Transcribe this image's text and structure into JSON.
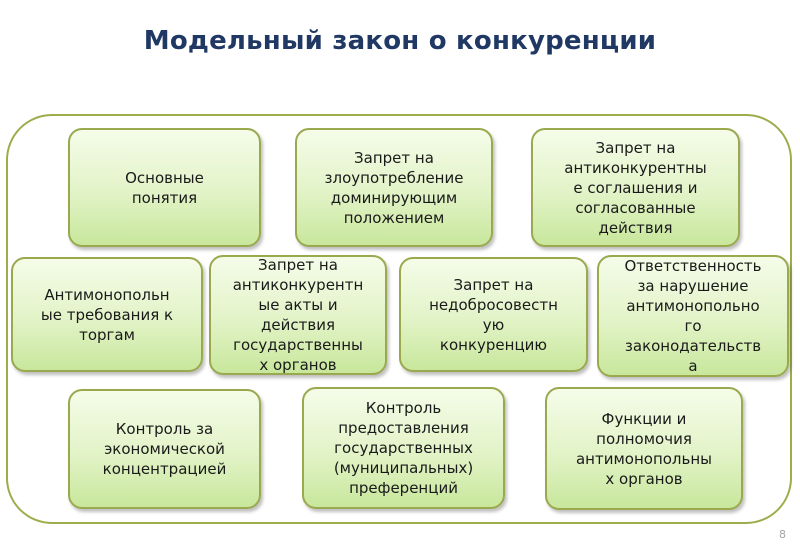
{
  "slide": {
    "title": "Модельный закон о конкуренции",
    "page_number": "8"
  },
  "boxes": [
    {
      "id": "osnovnye",
      "text": "Основные\nпонятия"
    },
    {
      "id": "dominirovanie",
      "text": "Запрет на\nзлоупотребление\nдоминирующим\nположением"
    },
    {
      "id": "soglasheniya",
      "text": "Запрет на\nантиконкурентны\nе соглашения и\nсогласованные\nдействия"
    },
    {
      "id": "torgi",
      "text": "Антимонопольн\nые требования к\nторгам"
    },
    {
      "id": "akty",
      "text": "Запрет на\nантиконкурентн\nые акты и\nдействия\nгосударственны\nх органов"
    },
    {
      "id": "nedobrosovestnaya",
      "text": "Запрет на\nнедобросовестн\nую\nконкуренцию"
    },
    {
      "id": "otvetstvennost",
      "text": "Ответственность\nза нарушение\nантимонопольно\nго\nзаконодательств\nа"
    },
    {
      "id": "koncentraciya",
      "text": "Контроль за\nэкономической\nконцентрацией"
    },
    {
      "id": "preferencii",
      "text": "Контроль\nпредоставления\nгосударственных\n(муниципальных)\nпреференций"
    },
    {
      "id": "funkcii",
      "text": "Функции и\nполномочия\nантимонопольны\nх органов"
    }
  ]
}
